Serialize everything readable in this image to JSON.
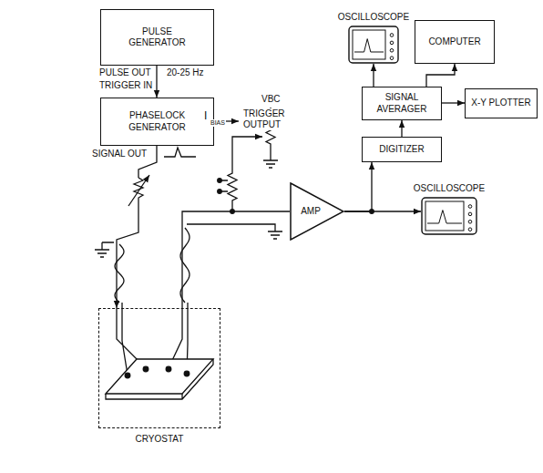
{
  "diagram": {
    "nodes": [
      {
        "text": [
          "PULSE GENERATOR"
        ]
      },
      {
        "text": [
          "PHASELOCK GENERATOR"
        ]
      },
      {
        "text": [
          "OSCILLOSCOPE"
        ]
      },
      {
        "text": [
          "COMPUTER"
        ]
      },
      {
        "text": [
          "SIGNAL AVERAGER"
        ]
      },
      {
        "text": [
          "X-Y PLOTTER"
        ]
      },
      {
        "text": [
          "DIGITIZER"
        ]
      },
      {
        "text": [
          "AMP"
        ]
      },
      {
        "text": [
          "OSCILLOSCOPE"
        ]
      },
      {
        "text": [
          "CRYOSTAT"
        ]
      }
    ],
    "edges": [
      {
        "from": 0,
        "to": 1,
        "arrow": "to"
      },
      {
        "from": 1,
        "to": 9,
        "arrow": "to"
      },
      {
        "from": 9,
        "to": 7,
        "arrow": "none"
      },
      {
        "from": 7,
        "to": 6,
        "arrow": "to"
      },
      {
        "from": 7,
        "to": 8,
        "arrow": "to"
      },
      {
        "from": 6,
        "to": 4,
        "arrow": "to"
      },
      {
        "from": 4,
        "to": 2,
        "arrow": "to"
      },
      {
        "from": 4,
        "to": 3,
        "arrow": "to"
      },
      {
        "from": 4,
        "to": 5,
        "arrow": "to"
      }
    ],
    "labels": [
      "PULSE OUT",
      "20-25 Hz",
      "TRIGGER IN",
      "TRIGGER OUTPUT",
      "SIGNAL OUT",
      "VBC",
      "I",
      "BIAS"
    ]
  }
}
